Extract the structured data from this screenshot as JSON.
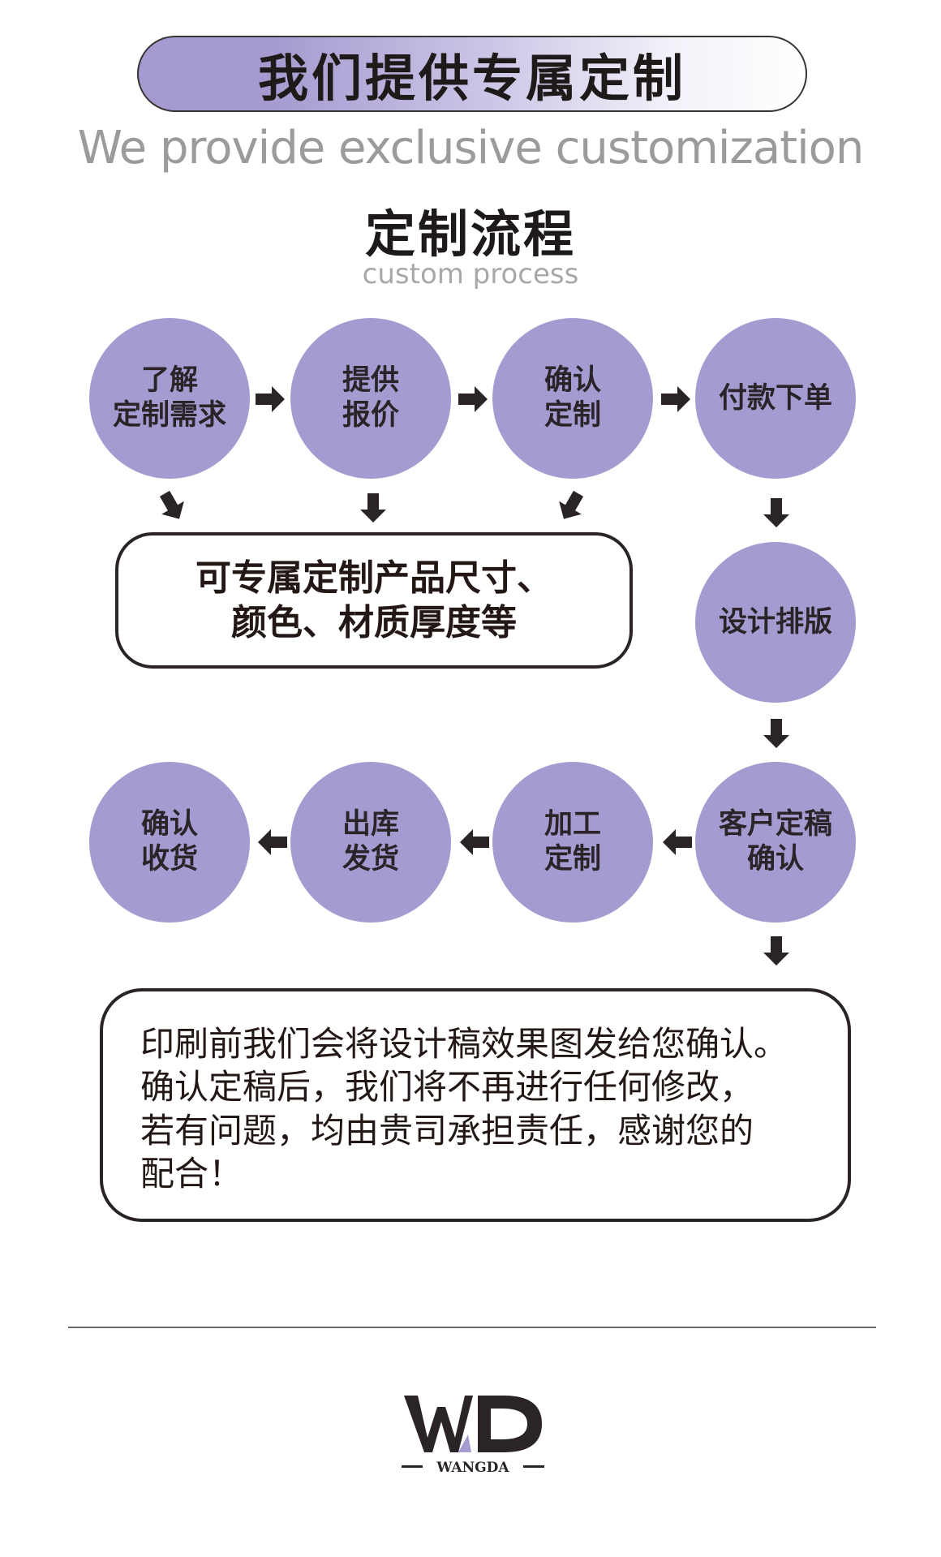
{
  "header": {
    "title": "我们提供专属定制",
    "subtitle": "We provide exclusive customization"
  },
  "section": {
    "title": "定制流程",
    "subtitle": "custom process"
  },
  "steps": [
    {
      "label": "了解\n定制需求"
    },
    {
      "label": "提供\n报价"
    },
    {
      "label": "确认\n定制"
    },
    {
      "label": "付款下单"
    },
    {
      "label": "设计排版"
    },
    {
      "label": "客户定稿\n确认"
    },
    {
      "label": "加工\n定制"
    },
    {
      "label": "出库\n发货"
    },
    {
      "label": "确认\n收货"
    }
  ],
  "info_box": {
    "text": "可专属定制产品尺寸、\n颜色、材质厚度等"
  },
  "note_box": {
    "text": "印刷前我们会将设计稿效果图发给您确认。\n确认定稿后，我们将不再进行任何修改，\n若有问题，均由贵司承担责任，感谢您的\n配合！"
  },
  "logo": {
    "text": "WANGDA"
  },
  "colors": {
    "circle": "#a49cd0",
    "header_gradient_start": "#a59bd0",
    "outline": "#2a2328"
  }
}
